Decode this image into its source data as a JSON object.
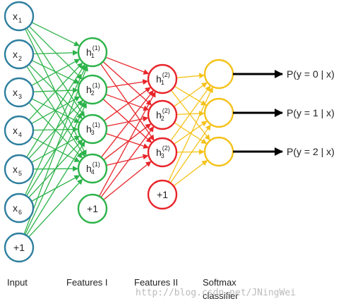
{
  "colors": {
    "input": "#2e7f9f",
    "features1": "#2db34a",
    "features2": "#e8252a",
    "softmax": "#f5c219",
    "output_arrow": "#000000"
  },
  "layers": {
    "input": {
      "label": "Input",
      "nodes": [
        {
          "base": "x",
          "sub": "1"
        },
        {
          "base": "x",
          "sub": "2"
        },
        {
          "base": "x",
          "sub": "3"
        },
        {
          "base": "x",
          "sub": "4"
        },
        {
          "base": "x",
          "sub": "5"
        },
        {
          "base": "x",
          "sub": "6"
        }
      ],
      "bias": "+1"
    },
    "features1": {
      "label": "Features I",
      "nodes": [
        {
          "base": "h",
          "sub": "1",
          "sup": "(1)"
        },
        {
          "base": "h",
          "sub": "2",
          "sup": "(1)"
        },
        {
          "base": "h",
          "sub": "3",
          "sup": "(1)"
        },
        {
          "base": "h",
          "sub": "4",
          "sup": "(1)"
        }
      ],
      "bias": "+1"
    },
    "features2": {
      "label": "Features II",
      "nodes": [
        {
          "base": "h",
          "sub": "1",
          "sup": "(2)"
        },
        {
          "base": "h",
          "sub": "2",
          "sup": "(2)"
        },
        {
          "base": "h",
          "sub": "3",
          "sup": "(2)"
        }
      ],
      "bias": "+1"
    },
    "softmax": {
      "label_line1": "Softmax",
      "label_line2": "classifier",
      "count": 3
    }
  },
  "outputs": [
    "P(y = 0 | x)",
    "P(y = 1 | x)",
    "P(y = 2 | x)"
  ],
  "watermark": "http://blog.csdn.net/JNingWei"
}
